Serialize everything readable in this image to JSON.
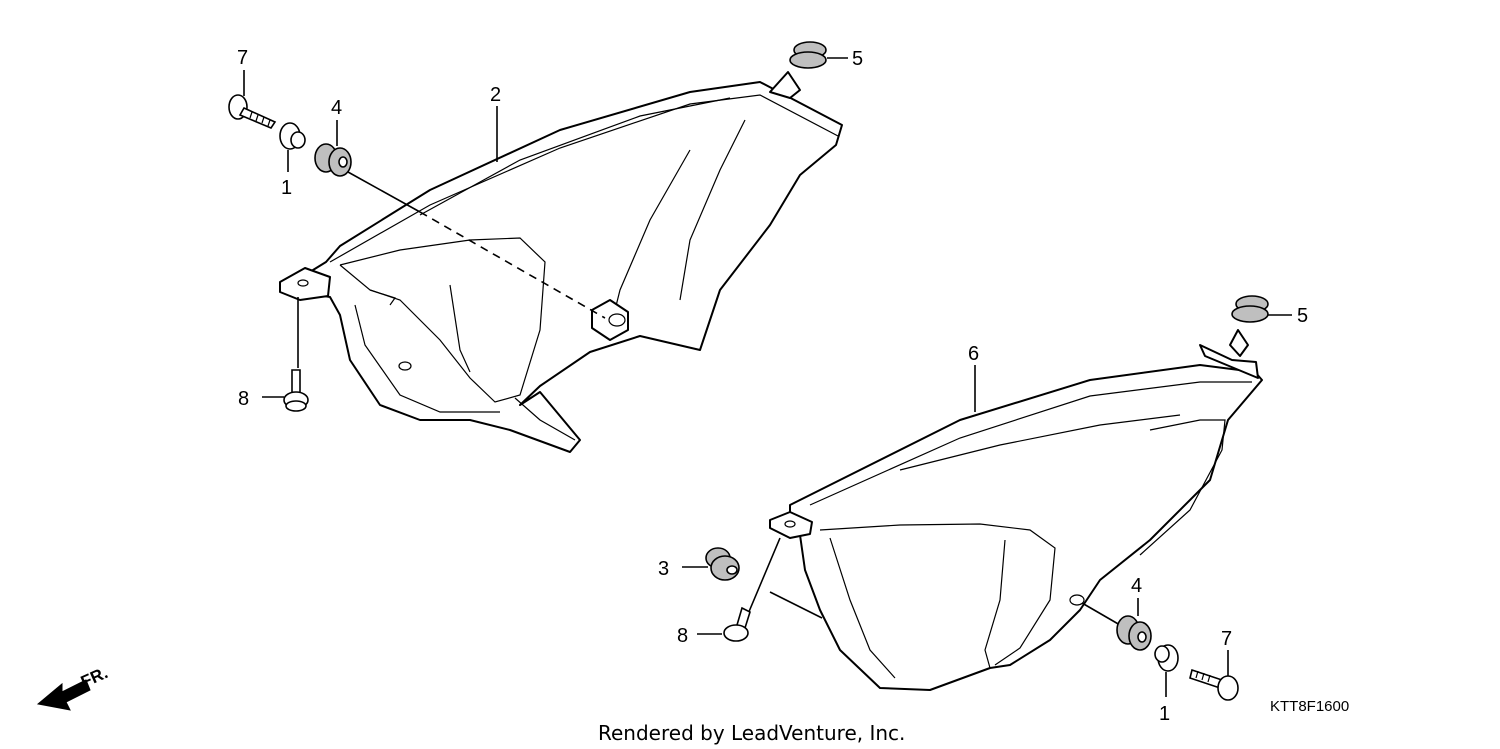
{
  "diagram": {
    "callouts": [
      {
        "id": "c7a",
        "label": "7"
      },
      {
        "id": "c4a",
        "label": "4"
      },
      {
        "id": "c1a",
        "label": "1"
      },
      {
        "id": "c2",
        "label": "2"
      },
      {
        "id": "c5a",
        "label": "5"
      },
      {
        "id": "c8a",
        "label": "8"
      },
      {
        "id": "c5b",
        "label": "5"
      },
      {
        "id": "c6",
        "label": "6"
      },
      {
        "id": "c3",
        "label": "3"
      },
      {
        "id": "c8b",
        "label": "8"
      },
      {
        "id": "c4b",
        "label": "4"
      },
      {
        "id": "c7b",
        "label": "7"
      },
      {
        "id": "c1b",
        "label": "1"
      }
    ],
    "direction_label": "FR.",
    "part_code": "KTT8F1600",
    "credit": "Rendered by LeadVenture, Inc."
  }
}
